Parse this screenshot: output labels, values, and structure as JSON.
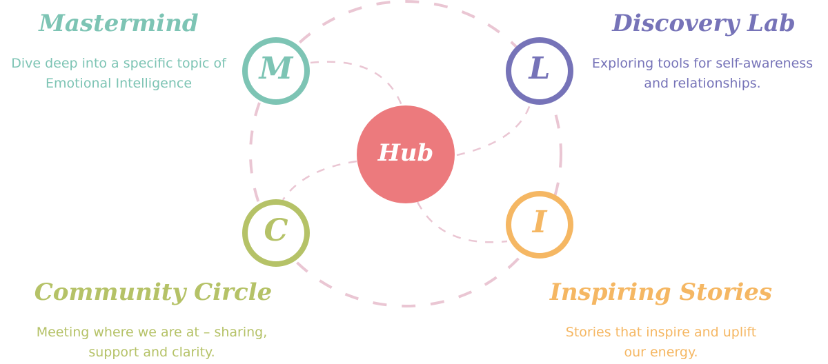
{
  "colors": {
    "mastermind": "#7dc4b4",
    "discovery": "#7673b8",
    "community": "#b5c267",
    "inspiring": "#f5b763",
    "hub": "#ec7a7d",
    "connector": "#eac6d3"
  },
  "hub": {
    "label": "Hub"
  },
  "nodes": {
    "mastermind": {
      "letter": "M",
      "title": "Mastermind",
      "desc1": "Dive deep into a specific topic of",
      "desc2": "Emotional Intelligence"
    },
    "discovery": {
      "letter": "L",
      "title": "Discovery Lab",
      "desc1": "Exploring tools for self-awareness",
      "desc2": "and relationships."
    },
    "community": {
      "letter": "C",
      "title": "Community Circle",
      "desc1": "Meeting where we are at – sharing,",
      "desc2": "support and clarity."
    },
    "inspiring": {
      "letter": "I",
      "title": "Inspiring Stories",
      "desc1": "Stories that inspire and uplift",
      "desc2": "our energy."
    }
  }
}
